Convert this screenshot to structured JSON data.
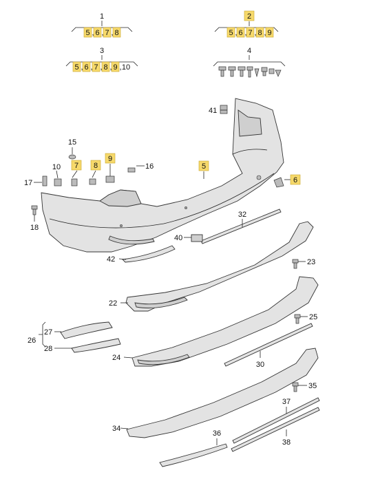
{
  "accent": {
    "highlight": "#f6d96b",
    "highlight_border": "#c9a42a"
  },
  "groups": [
    {
      "id": "1",
      "items": [
        "5",
        "6",
        "7",
        "8"
      ]
    },
    {
      "id": "2",
      "items": [
        "5",
        "6",
        "7",
        "8",
        "9"
      ]
    },
    {
      "id": "3",
      "items": [
        "5",
        "6",
        "7",
        "8",
        "9",
        "10"
      ]
    },
    {
      "id": "4",
      "items": []
    }
  ],
  "callouts": {
    "c5": "5",
    "c6": "6",
    "c7": "7",
    "c8": "8",
    "c9": "9",
    "c10": "10",
    "c15": "15",
    "c16": "16",
    "c17": "17",
    "c18": "18",
    "c22": "22",
    "c23": "23",
    "c24": "24",
    "c25": "25",
    "c26": "26",
    "c27": "27",
    "c28": "28",
    "c30": "30",
    "c32": "32",
    "c34": "34",
    "c35": "35",
    "c36": "36",
    "c37": "37",
    "c38": "38",
    "c40": "40",
    "c41": "41",
    "c42": "42"
  }
}
